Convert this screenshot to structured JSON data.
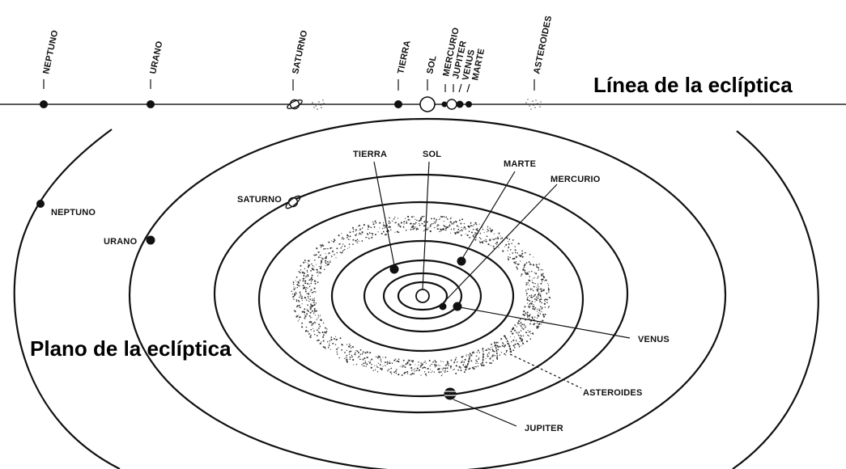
{
  "ecliptic_line_title": "Línea de la eclíptica",
  "ecliptic_plane_title": "Plano de la eclíptica",
  "top_labels": {
    "neptuno": "NEPTUNO",
    "urano": "URANO",
    "saturno": "SATURNO",
    "tierra": "TIERRA",
    "sol": "SOL",
    "mercurio": "MERCURIO",
    "jupiter": "JUPITER",
    "venus": "VENUS",
    "marte": "MARTE",
    "asteroides": "ASTEROIDES"
  },
  "plane_labels": {
    "neptuno": "NEPTUNO",
    "urano": "URANO",
    "saturno": "SATURNO",
    "tierra": "TIERRA",
    "sol": "SOL",
    "marte": "MARTE",
    "mercurio": "MERCURIO",
    "venus": "VENUS",
    "asteroides": "ASTEROIDES",
    "jupiter": "JUPITER"
  }
}
